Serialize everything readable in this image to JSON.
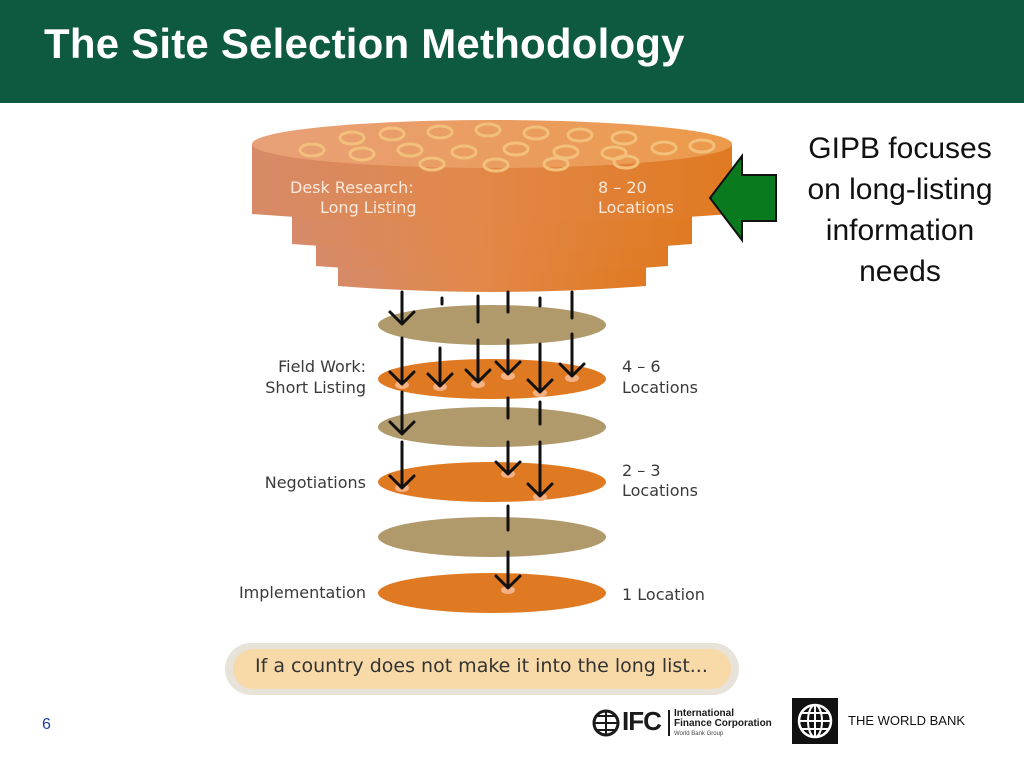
{
  "slide": {
    "title": "The Site Selection Methodology",
    "page_number": "6"
  },
  "funnel": {
    "stages": [
      {
        "label_lines": [
          "Desk Research:",
          "Long Listing"
        ],
        "count_lines": [
          "8 – 20",
          "Locations"
        ]
      },
      {
        "label_lines": [
          "Field Work:",
          "Short Listing"
        ],
        "count_lines": [
          "4 – 6",
          "Locations"
        ]
      },
      {
        "label_lines": [
          "Negotiations"
        ],
        "count_lines": [
          "2 – 3",
          "Locations"
        ]
      },
      {
        "label_lines": [
          "Implementation"
        ],
        "count_lines": [
          "1 Location"
        ]
      }
    ],
    "banner_text": "If a country does not make it into the long list..."
  },
  "callout": {
    "lines": [
      "GIPB focuses",
      "on long-listing",
      "information",
      "needs"
    ],
    "arrow_direction": "left",
    "arrow_color": "#0a7a1e"
  },
  "footer": {
    "ifc": {
      "wordmark": "IFC",
      "name_lines": [
        "International",
        "Finance Corporation"
      ],
      "tagline": "World Bank Group"
    },
    "world_bank": {
      "name": "THE WORLD BANK"
    }
  },
  "colors": {
    "header_bg": "#0d5a40",
    "disc_orange": "#e07a22",
    "disc_tan": "#b09a6c",
    "banner_fill": "#f8d9a8"
  }
}
